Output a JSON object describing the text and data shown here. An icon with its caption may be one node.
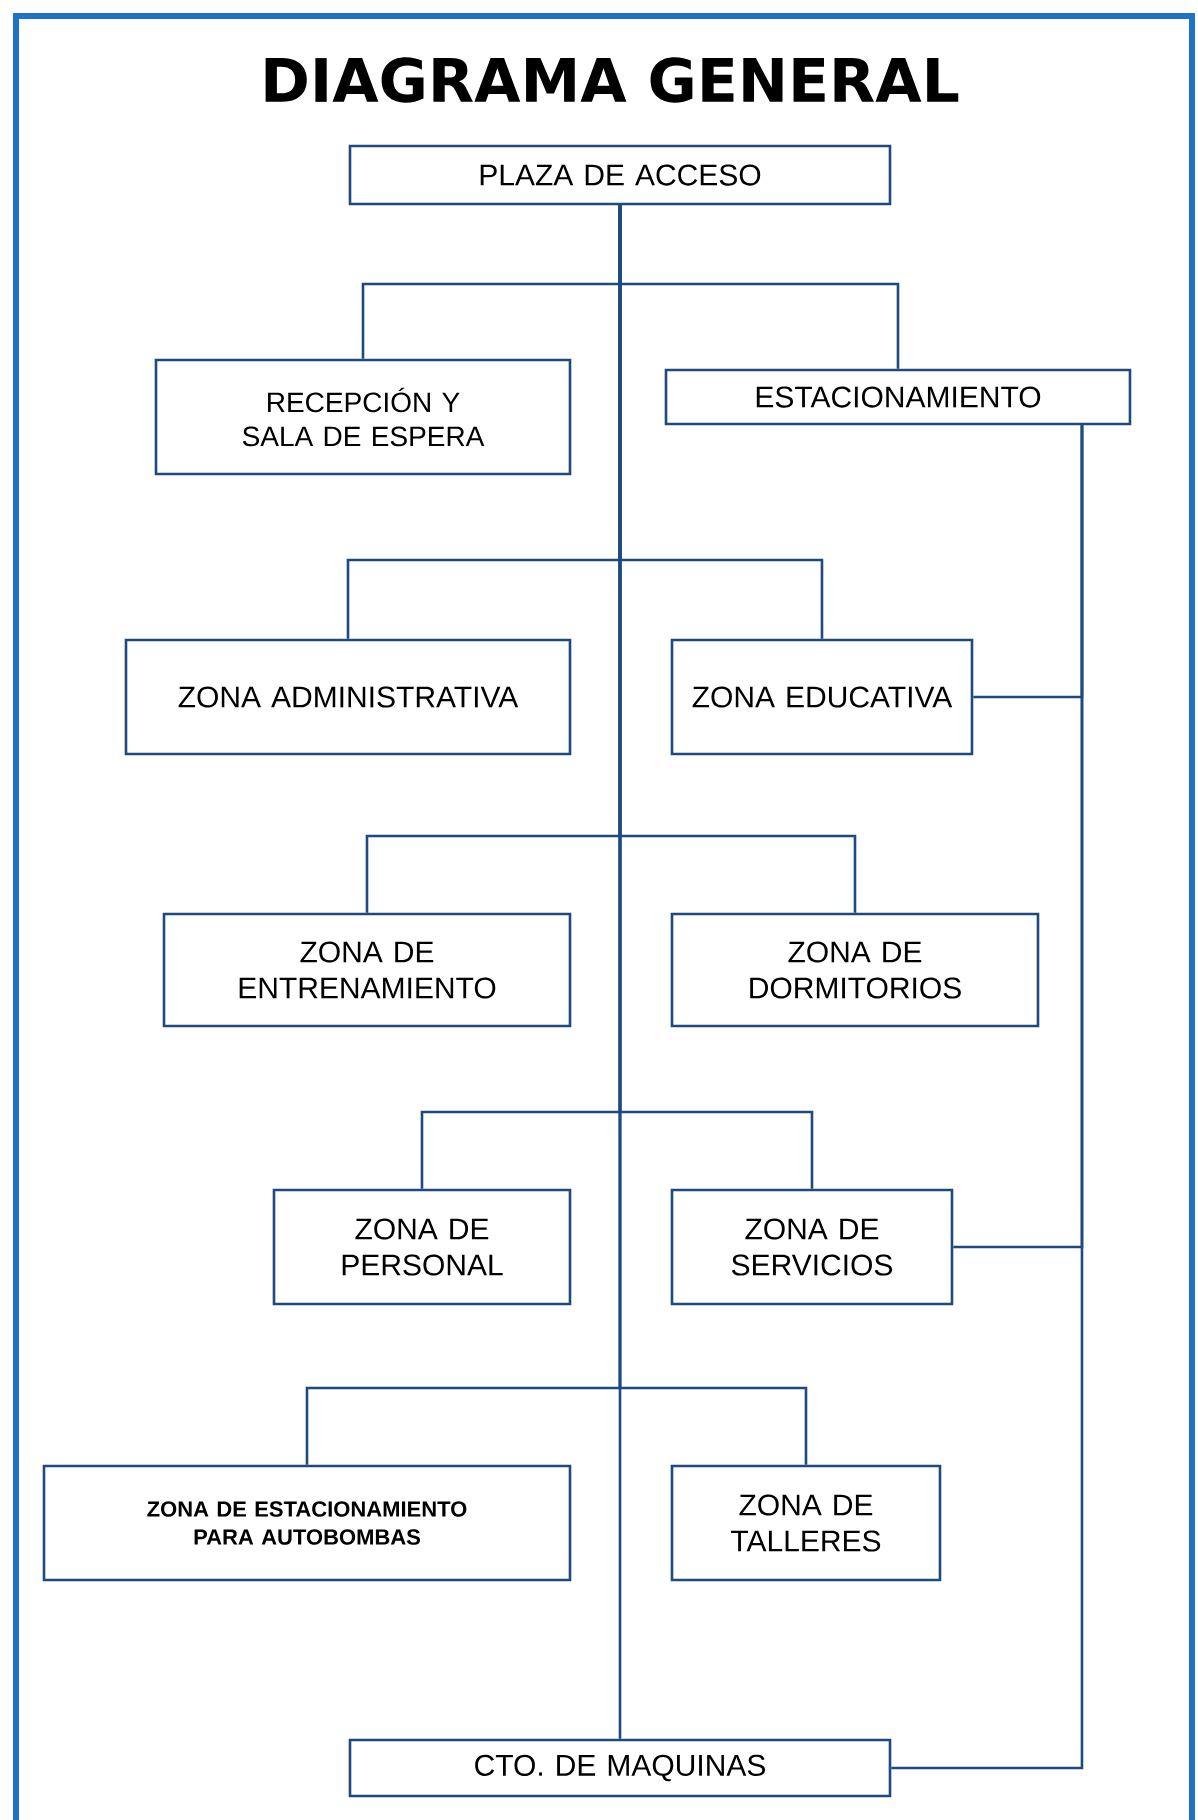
{
  "diagram": {
    "title": "DIAGRAMA GENERAL",
    "nodes": [
      {
        "text": [
          "PLAZA DE ACCESO"
        ]
      },
      {
        "text": [
          "RECEPCIÓN Y SALA DE ESPERA"
        ]
      },
      {
        "text": [
          "ESTACIONAMIENTO"
        ]
      },
      {
        "text": [
          "ZONA ADMINISTRATIVA"
        ]
      },
      {
        "text": [
          "ZONA EDUCATIVA"
        ]
      },
      {
        "text": [
          "ZONA DE ENTRENAMIENTO"
        ]
      },
      {
        "text": [
          "ZONA DE DORMITORIOS"
        ]
      },
      {
        "text": [
          "ZONA DE PERSONAL"
        ]
      },
      {
        "text": [
          "ZONA DE SERVICIOS"
        ]
      },
      {
        "text": [
          "ZONA DE ESTACIONAMIENTO PARA AUTOBOMBAS"
        ]
      },
      {
        "text": [
          "ZONA DE TALLERES"
        ]
      },
      {
        "text": [
          "CTO. DE MAQUINAS"
        ]
      }
    ],
    "edges": [
      {
        "from": 0,
        "to": 1,
        "arrow": "none"
      },
      {
        "from": 0,
        "to": 2,
        "arrow": "none"
      },
      {
        "from": 0,
        "to": 3,
        "arrow": "none"
      },
      {
        "from": 0,
        "to": 4,
        "arrow": "none"
      },
      {
        "from": 0,
        "to": 5,
        "arrow": "none"
      },
      {
        "from": 0,
        "to": 6,
        "arrow": "none"
      },
      {
        "from": 0,
        "to": 7,
        "arrow": "none"
      },
      {
        "from": 0,
        "to": 8,
        "arrow": "none"
      },
      {
        "from": 0,
        "to": 9,
        "arrow": "none"
      },
      {
        "from": 0,
        "to": 10,
        "arrow": "none"
      },
      {
        "from": 0,
        "to": 11,
        "arrow": "none"
      },
      {
        "from": 2,
        "to": 4,
        "arrow": "none"
      },
      {
        "from": 2,
        "to": 8,
        "arrow": "none"
      },
      {
        "from": 2,
        "to": 11,
        "arrow": "none"
      }
    ]
  }
}
